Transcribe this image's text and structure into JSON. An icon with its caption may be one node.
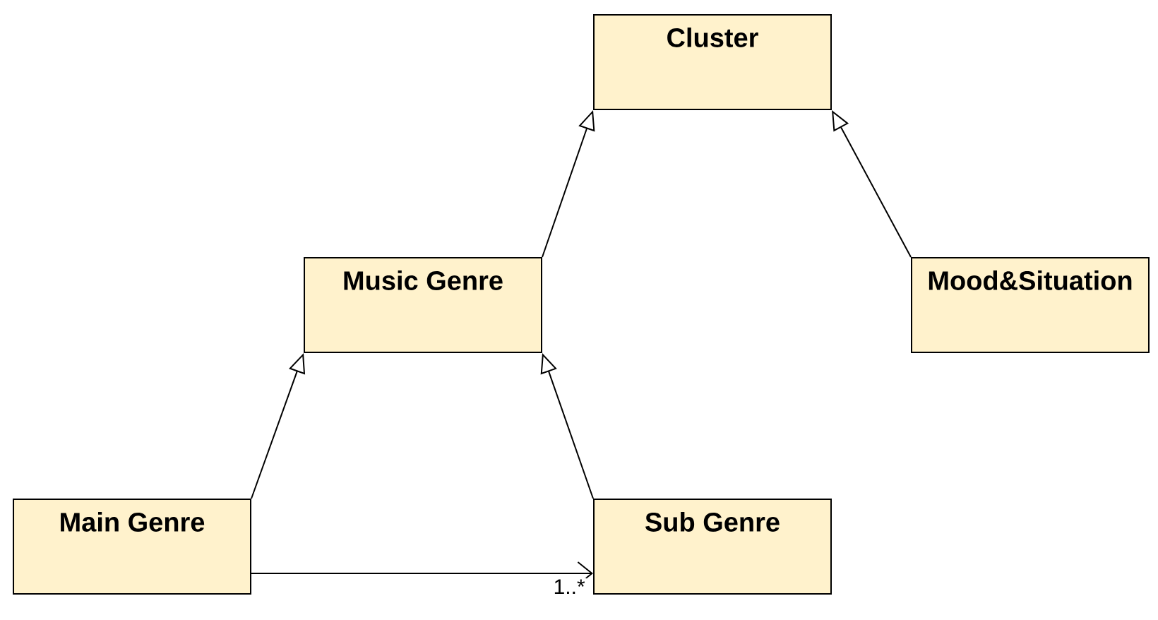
{
  "diagram": {
    "nodes": [
      {
        "text": [
          "Cluster"
        ]
      },
      {
        "text": [
          "Music Genre"
        ]
      },
      {
        "text": [
          "Mood&Situation"
        ]
      },
      {
        "text": [
          "Main Genre"
        ]
      },
      {
        "text": [
          "Sub Genre"
        ]
      }
    ],
    "edges": [
      {
        "from": 1,
        "to": 0,
        "arrow": "to"
      },
      {
        "from": 2,
        "to": 0,
        "arrow": "to"
      },
      {
        "from": 3,
        "to": 1,
        "arrow": "to"
      },
      {
        "from": 4,
        "to": 1,
        "arrow": "to"
      },
      {
        "from": 3,
        "to": 4,
        "arrow": "to",
        "label": "1..*"
      }
    ]
  }
}
